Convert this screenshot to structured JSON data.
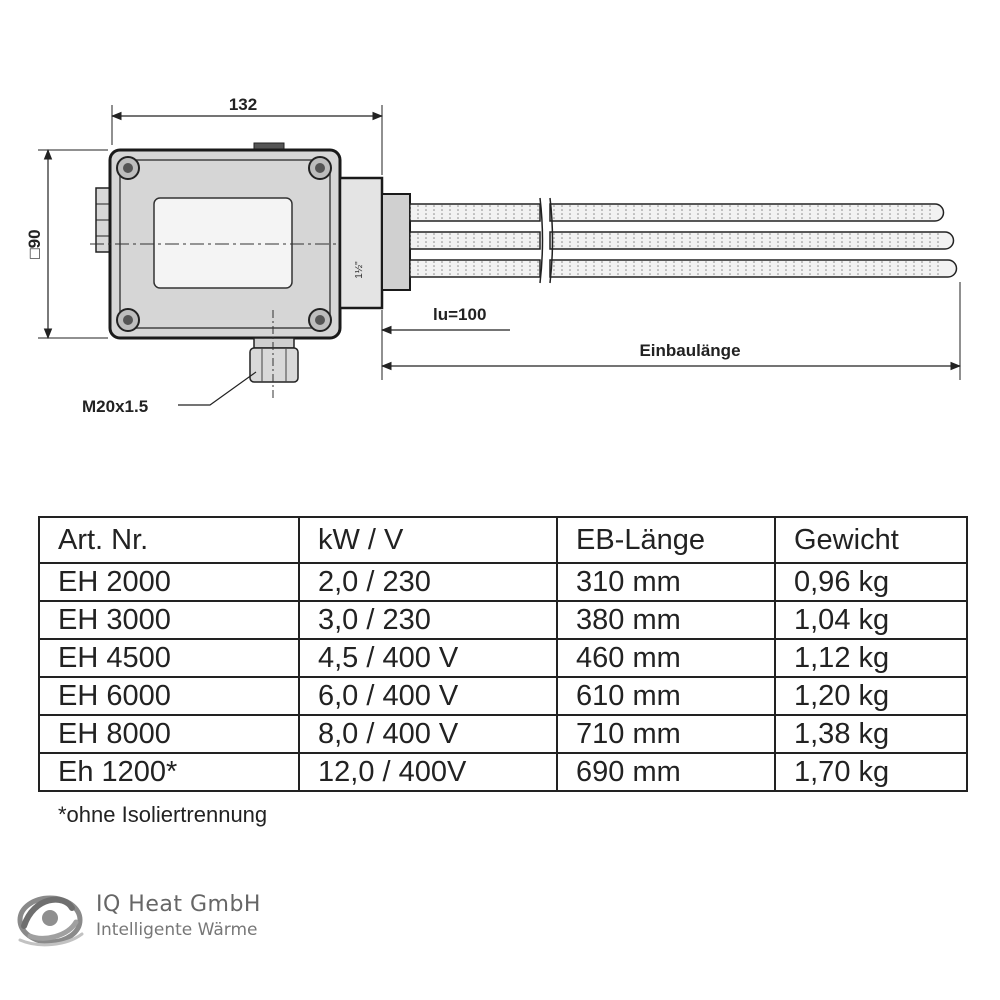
{
  "drawing": {
    "dim_width": "132",
    "dim_square": "□90",
    "dim_lu": "lu=100",
    "dim_insertion_length": "Einbaulänge",
    "cable_gland": "M20x1.5",
    "thread_size": "1½\""
  },
  "table": {
    "headers": [
      "Art. Nr.",
      "kW / V",
      "EB-Länge",
      "Gewicht"
    ],
    "rows": [
      [
        "EH 2000",
        "2,0 / 230",
        "310 mm",
        "0,96 kg"
      ],
      [
        "EH 3000",
        "3,0 / 230",
        "380 mm",
        "1,04 kg"
      ],
      [
        "EH 4500",
        "4,5 / 400 V",
        "460 mm",
        "1,12 kg"
      ],
      [
        "EH 6000",
        "6,0 / 400 V",
        "610 mm",
        "1,20 kg"
      ],
      [
        "EH 8000",
        "8,0 / 400 V",
        "710 mm",
        "1,38 kg"
      ],
      [
        "Eh 1200*",
        "12,0 / 400V",
        "690 mm",
        "1,70 kg"
      ]
    ],
    "footnote": "*ohne Isoliertrennung"
  },
  "brand": {
    "name": "IQ Heat GmbH",
    "tagline": "Intelligente Wärme",
    "logo_icon": "swirl-logo-icon",
    "color": "#777777"
  }
}
